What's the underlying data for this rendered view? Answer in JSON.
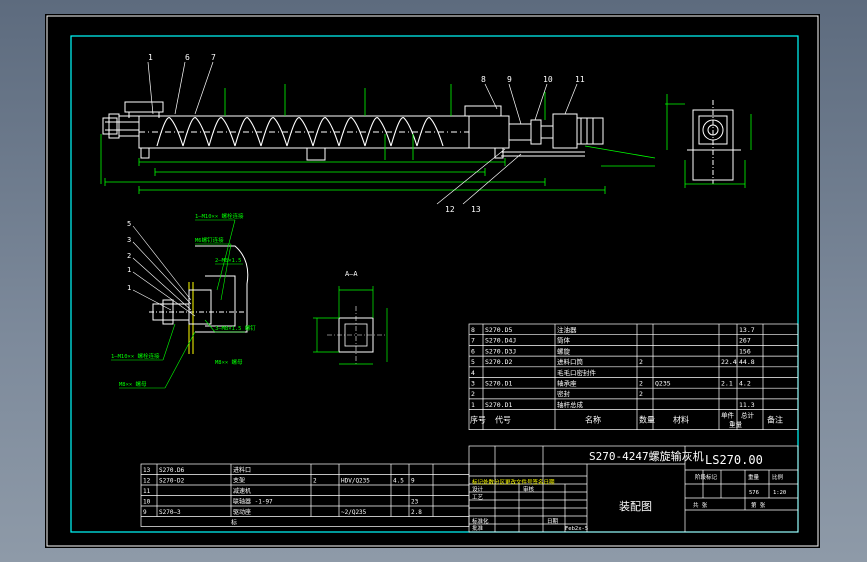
{
  "colors": {
    "frame": "#00ffff",
    "line": "#ffffff",
    "dim": "#00ff00",
    "accent": "#ffff00",
    "tb_bg": "#000000"
  },
  "main_labels": [
    "1",
    "6",
    "7",
    "8",
    "9",
    "10",
    "11",
    "12",
    "13"
  ],
  "bom": {
    "rows": [
      {
        "no": "8",
        "code": "S270.D5",
        "name": "注油器",
        "qty": "",
        "mat": "",
        "w1": "",
        "w2": "13.7"
      },
      {
        "no": "7",
        "code": "S270.D4J",
        "name": "筒体",
        "qty": "",
        "mat": "",
        "w1": "",
        "w2": "267"
      },
      {
        "no": "6",
        "code": "S270.D3J",
        "name": "螺旋",
        "qty": "",
        "mat": "",
        "w1": "",
        "w2": "156"
      },
      {
        "no": "5",
        "code": "S270.D2",
        "name": "进料口筒",
        "qty": "2",
        "mat": "",
        "w1": "22.4",
        "w2": "44.8"
      },
      {
        "no": "4",
        "code": "",
        "name": "毛毛口密封件",
        "qty": "",
        "mat": "",
        "w1": "",
        "w2": ""
      },
      {
        "no": "3",
        "code": "S270.D1",
        "name": "轴承座",
        "qty": "2",
        "mat": "Q235",
        "w1": "2.1",
        "w2": "4.2"
      },
      {
        "no": "2",
        "code": "",
        "name": "密封",
        "qty": "2",
        "mat": "",
        "w1": "",
        "w2": ""
      },
      {
        "no": "1",
        "code": "S270.D1",
        "name": "轴杆总成",
        "qty": "",
        "mat": "",
        "w1": "",
        "w2": "11.3"
      }
    ],
    "header": {
      "no": "序号",
      "code": "代号",
      "name": "名称",
      "qty": "数量",
      "mat": "材料",
      "w1": "单件",
      "w2": "总计",
      "wt": "重量",
      "note": "备注"
    }
  },
  "bom2": {
    "rows": [
      {
        "no": "13",
        "code": "S270.D6",
        "name": "进料口",
        "qty": "",
        "mat": "",
        "w": "",
        "wt": ""
      },
      {
        "no": "12",
        "code": "S270-D2",
        "name": "支架",
        "qty": "2",
        "mat": "HDV/Q235",
        "w": "4.5",
        "wt": "9"
      },
      {
        "no": "11",
        "code": "",
        "name": "减速机",
        "qty": "",
        "mat": "",
        "w": "",
        "wt": ""
      },
      {
        "no": "10",
        "code": "",
        "name": "联轴器 -1-97",
        "qty": "",
        "mat": "",
        "w": "",
        "wt": "23"
      },
      {
        "no": "9",
        "code": "S270—3",
        "name": "驱动座",
        "qty": "",
        "mat": "~2/Q235",
        "w": "",
        "wt": "2.8"
      }
    ],
    "footer": "标"
  },
  "title_block": {
    "drawing_no": "LS270.00",
    "product": "S270-4247螺旋输灰机",
    "subtitle": "装配图",
    "head_labels": "标记处数分区更改文件号签名日期",
    "design": "设计",
    "check": "审核",
    "process": "工艺",
    "standard": "标准化",
    "approve": "批准",
    "date_label": "日期",
    "stage_label": "阶段标记",
    "weight_label": "重量",
    "scale_label": "比例",
    "weight": "576",
    "scale": "1:20",
    "sheet": "共 张",
    "page": "第 张",
    "date_value": "Feb2x-5"
  },
  "section_label": "A—A",
  "detail_notes": [
    "1—M10×× 螺栓连接",
    "M6螺钉连接",
    "2—M8×1.5",
    "3—M8×1.5 螺钉",
    "M8×× 螺母"
  ]
}
